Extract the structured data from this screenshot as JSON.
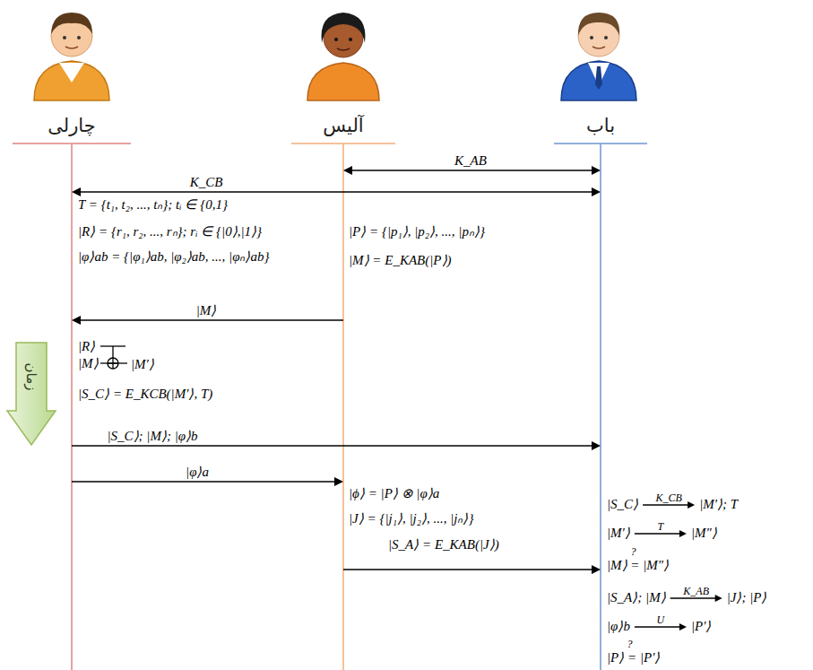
{
  "diagram": {
    "nodes": [
      {
        "text": [
          "چارلی"
        ]
      },
      {
        "text": [
          "آلیس"
        ]
      },
      {
        "text": [
          "باب"
        ]
      }
    ],
    "edges": [
      {
        "from": 1,
        "to": 2,
        "arrow": "both",
        "label": "K_AB"
      },
      {
        "from": 0,
        "to": 2,
        "arrow": "both",
        "label": "K_CB"
      },
      {
        "from": 1,
        "to": 0,
        "arrow": "to",
        "label": "|M⟩"
      },
      {
        "from": 0,
        "to": 2,
        "arrow": "to",
        "label": "|S_C⟩; |M⟩; |φ⟩b"
      },
      {
        "from": 0,
        "to": 1,
        "arrow": "to",
        "label": "|φ⟩a"
      },
      {
        "from": 1,
        "to": 2,
        "arrow": "to"
      }
    ],
    "labels": [
      "T = {t₁, t₂, ..., tₙ}; tᵢ ∈ {0,1}",
      "|R⟩ = {r₁, r₂, ..., rₙ}; rᵢ ∈ {|0⟩,|1⟩}",
      "|φ⟩ab = {|φ₁⟩ab, |φ₂⟩ab, ..., |φₙ⟩ab}",
      "|P⟩ = {|p₁⟩, |p₂⟩, ..., |pₙ⟩}",
      "|M⟩ = E_KAB(|P⟩)",
      "|R⟩",
      "|M⟩",
      "|M′⟩",
      "|S_C⟩ = E_KCB(|M′⟩, T)",
      "زمان",
      "|ϕ⟩ = |P⟩ ⊗ |φ⟩a",
      "|J⟩ = {|j₁⟩, |j₂⟩, ..., |jₙ⟩}",
      "|S_A⟩ = E_KAB(|J⟩)",
      "|S_C⟩",
      "K_CB",
      "|M′⟩; T",
      "|M′⟩",
      "T",
      "|M″⟩",
      "|M⟩ = |M″⟩",
      "?",
      "|S_A⟩; |M⟩",
      "K_AB",
      "|J⟩; |P⟩",
      "|φ⟩b",
      "U",
      "|P′⟩",
      "|P⟩ = |P′⟩",
      "?"
    ]
  }
}
